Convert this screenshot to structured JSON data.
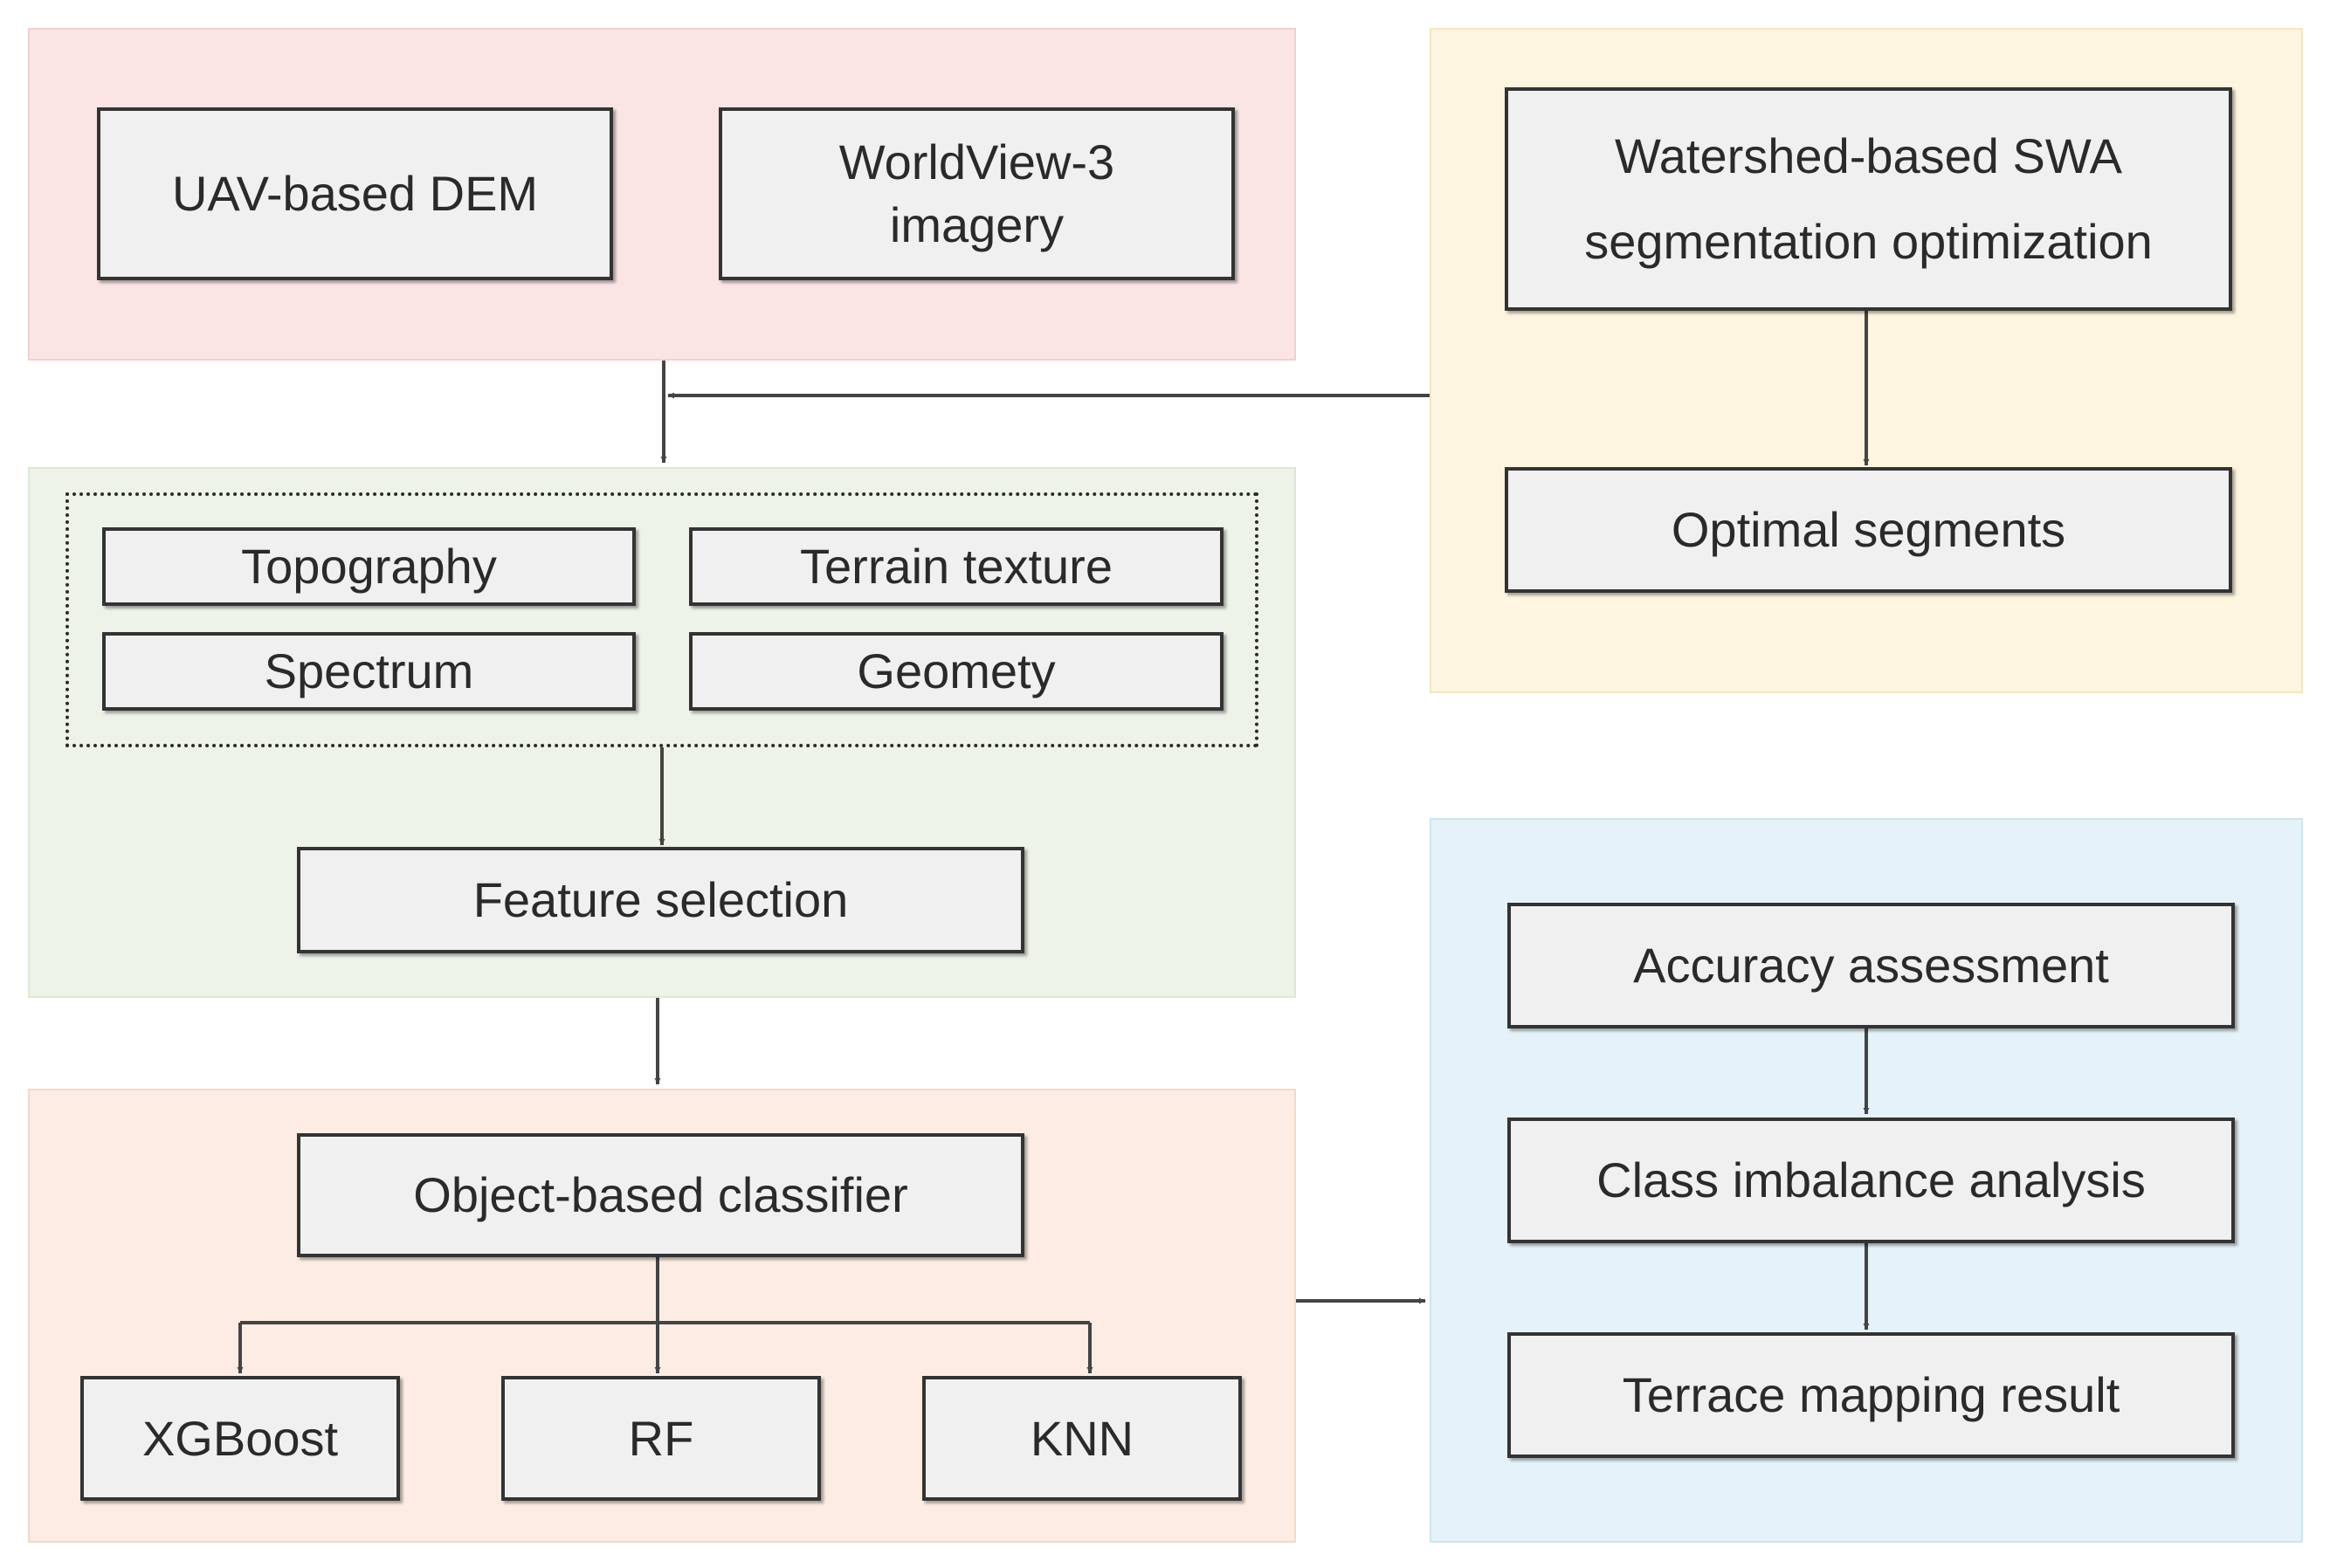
{
  "inputs": {
    "uav_dem": "UAV-based DEM",
    "worldview_line1": "WorldView-3",
    "worldview_line2": "imagery"
  },
  "segmentation": {
    "swa_line1": "Watershed-based SWA",
    "swa_line2": "segmentation optimization",
    "optimal": "Optimal segments"
  },
  "features": {
    "topography": "Topography",
    "terrain_texture": "Terrain texture",
    "spectrum": "Spectrum",
    "geometry": "Geomety",
    "selection": "Feature selection"
  },
  "classification": {
    "classifier": "Object-based classifier",
    "xgboost": "XGBoost",
    "rf": "RF",
    "knn": "KNN"
  },
  "evaluation": {
    "accuracy": "Accuracy assessment",
    "imbalance": "Class imbalance analysis",
    "result": "Terrace mapping result"
  },
  "colors": {
    "line": "#444444",
    "box_fill": "#f0f0f0",
    "pink": "#fbe4e4",
    "yellow": "#fdf5df",
    "green": "#edf3e8",
    "peach": "#fcece3",
    "blue": "#e5f2f9"
  }
}
